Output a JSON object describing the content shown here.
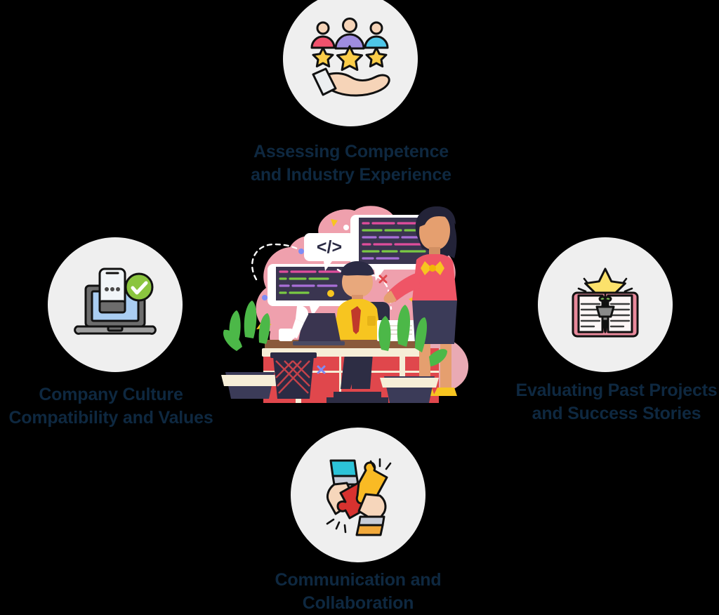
{
  "page": {
    "background_color": "#000000",
    "badge_background_color": "#efefef",
    "label_color": "#0e2840"
  },
  "nodes": [
    {
      "id": "top",
      "label": "Assessing Competence\nand Industry Experience",
      "icon": "hand-holding-people-stars-icon",
      "icon_colors": {
        "person_1": "#f0526d",
        "person_2": "#9f8de0",
        "person_3": "#4ec6e8",
        "star": "#fbcd49",
        "skin": "#f6d4b8",
        "cuff": "#eceff1",
        "outline": "#111111"
      }
    },
    {
      "id": "left",
      "label": "Company Culture\nCompatibility and Values",
      "icon": "laptop-phone-check-icon",
      "icon_colors": {
        "laptop_body": "#6d6d6d",
        "laptop_base": "#9e9e9e",
        "screen": "#a9cdf2",
        "phone": "#f1f5f8",
        "check_circle": "#8bc53f",
        "outline": "#111111"
      }
    },
    {
      "id": "right",
      "label": "Evaluating Past Projects\nand Success Stories",
      "icon": "book-star-award-icon",
      "icon_colors": {
        "book_cover": "#e8899b",
        "pages": "#fdf7f7",
        "star": "#fbe16b",
        "trophy": "#8a8a8a",
        "lines": "#3d3d3d",
        "outline": "#111111"
      }
    },
    {
      "id": "bottom",
      "label": "Communication and\nCollaboration",
      "icon": "hands-puzzle-pieces-icon",
      "icon_colors": {
        "piece_red": "#d8322f",
        "piece_yellow": "#f9ba24",
        "sleeve_teal": "#2cc3d8",
        "sleeve_gold": "#f2a93b",
        "cuff": "#c8cdd8",
        "skin": "#f6d6bb",
        "outline": "#111111"
      }
    }
  ],
  "illustration": {
    "name": "office-code-review-illustration",
    "description": "Seated developer at desk with laptop and code speech bubbles, standing colleague handing papers, potted plants and waste basket",
    "elements": {
      "code_bubble_tag": "</>",
      "blob_color": "#efa0ad",
      "blob_shadow_color": "#e9aab4",
      "desk_color": "#f6eed7",
      "desk_edge_color": "#8a5a3b",
      "chair_color": "#4a4a63",
      "sofa_color": "#e0474c",
      "code_panel_color": "#3a3550",
      "code_line_colors": [
        "#e04d9c",
        "#7ac943",
        "#a96fd8"
      ],
      "man": {
        "shirt": "#f7c520",
        "tie": "#c0392b",
        "hair": "#2b2b44",
        "skin": "#e8a87c",
        "trousers": "#2d2d44"
      },
      "woman": {
        "sweater": "#ef5566",
        "bow": "#f7c520",
        "skirt": "#3b3b58",
        "hair": "#232338",
        "skin": "#e59f6f",
        "shoes": "#f7c520"
      },
      "plant_color": "#4cb848",
      "pot_colors": [
        "#3b3b58",
        "#f6eed7"
      ],
      "mug_color": "#ffffff",
      "papers_color": "#ffffff",
      "accent_dots": [
        "#f7c520",
        "#e0474c",
        "#7e8cf5",
        "#ef5566"
      ]
    }
  }
}
